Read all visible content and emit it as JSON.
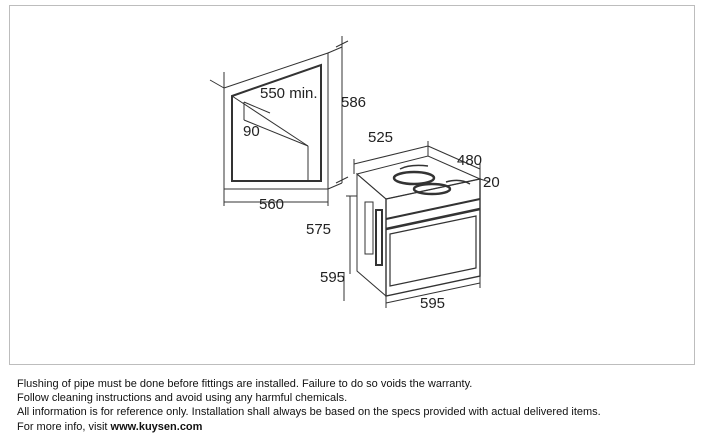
{
  "diagram": {
    "dimensions": {
      "niche_depth_min": "550 min.",
      "niche_height": "586",
      "niche_inset": "90",
      "niche_width": "560",
      "oven_top_width": "525",
      "oven_depth": "480",
      "oven_offset": "20",
      "oven_panel_height": "575",
      "oven_height": "595",
      "oven_width": "595"
    }
  },
  "notes": {
    "line1": "Flushing of pipe must be done before fittings are installed. Failure to do so voids the warranty.",
    "line2": "Follow cleaning instructions and avoid using any harmful chemicals.",
    "line3": "All information is for reference only. Installation shall always be based on the specs provided with actual delivered items.",
    "line4_prefix": "For more info, visit ",
    "line4_link": "www.kuysen.com"
  }
}
